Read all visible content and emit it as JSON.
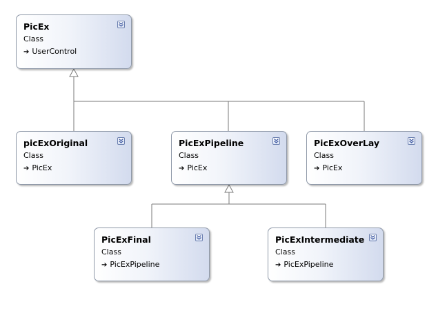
{
  "classes": {
    "picex": {
      "name": "PicEx",
      "kind": "Class",
      "base": "UserControl"
    },
    "picexoriginal": {
      "name": "picExOriginal",
      "kind": "Class",
      "base": "PicEx"
    },
    "picexpipeline": {
      "name": "PicExPipeline",
      "kind": "Class",
      "base": "PicEx"
    },
    "picexoverlay": {
      "name": "PicExOverLay",
      "kind": "Class",
      "base": "PicEx"
    },
    "picexfinal": {
      "name": "PicExFinal",
      "kind": "Class",
      "base": "PicExPipeline"
    },
    "picexintermediate": {
      "name": "PicExIntermediate",
      "kind": "Class",
      "base": "PicExPipeline"
    }
  },
  "icons": {
    "inheritance": "arrow-right-icon",
    "expand": "double-chevron-down-icon"
  },
  "colors": {
    "connector": "#7a7a7a",
    "border": "#8e98a8",
    "gradient_end": "#d3dbee"
  }
}
